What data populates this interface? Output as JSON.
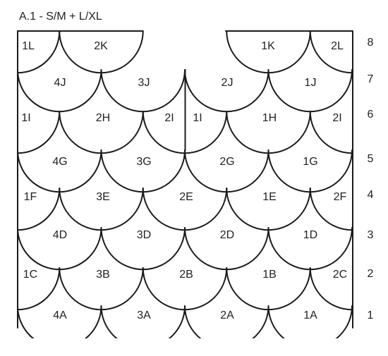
{
  "title": "A.1 - S/M + L/XL",
  "rows": [
    {
      "number": "8",
      "labels": [
        "1L",
        "2K",
        "1K",
        "2L"
      ]
    },
    {
      "number": "7",
      "labels": [
        "4J",
        "3J",
        "2J",
        "1J"
      ]
    },
    {
      "number": "6",
      "labels": [
        "1I",
        "2H",
        "2I",
        "1I",
        "1H",
        "2I"
      ]
    },
    {
      "number": "5",
      "labels": [
        "4G",
        "3G",
        "2G",
        "1G"
      ]
    },
    {
      "number": "4",
      "labels": [
        "1F",
        "3E",
        "2E",
        "1E",
        "2F"
      ]
    },
    {
      "number": "3",
      "labels": [
        "4D",
        "3D",
        "2D",
        "1D"
      ]
    },
    {
      "number": "2",
      "labels": [
        "1C",
        "3B",
        "2B",
        "1B",
        "2C"
      ]
    },
    {
      "number": "1",
      "labels": [
        "4A",
        "3A",
        "2A",
        "1A"
      ]
    }
  ],
  "colors": {
    "line": "#1b1b1b",
    "text": "#222222",
    "background": "#ffffff"
  }
}
